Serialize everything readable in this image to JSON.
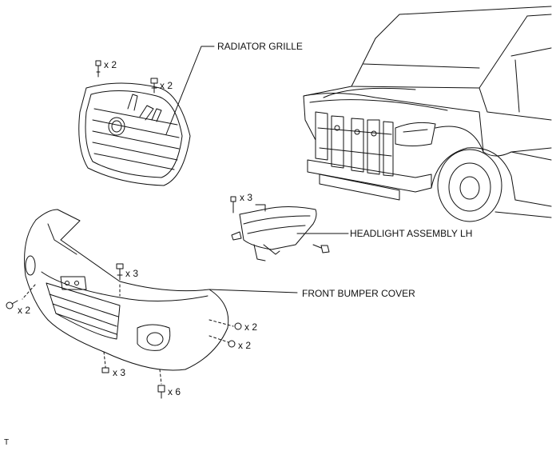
{
  "labels": {
    "radiator_grille": "RADIATOR GRILLE",
    "headlight_assembly": "HEADLIGHT ASSEMBLY LH",
    "front_bumper_cover": "FRONT BUMPER COVER"
  },
  "quantities": {
    "grille_clip_left": "x 2",
    "grille_clip_right": "x 2",
    "headlight_bolt": "x 3",
    "bumper_clip_top": "x 3",
    "bumper_screw_left": "x 2",
    "bumper_screw_right_upper": "x 2",
    "bumper_screw_right_lower": "x 2",
    "bumper_clip_bottom": "x 3",
    "bumper_bolt_bottom": "x 6"
  },
  "footer": {
    "corner_mark": "T"
  }
}
